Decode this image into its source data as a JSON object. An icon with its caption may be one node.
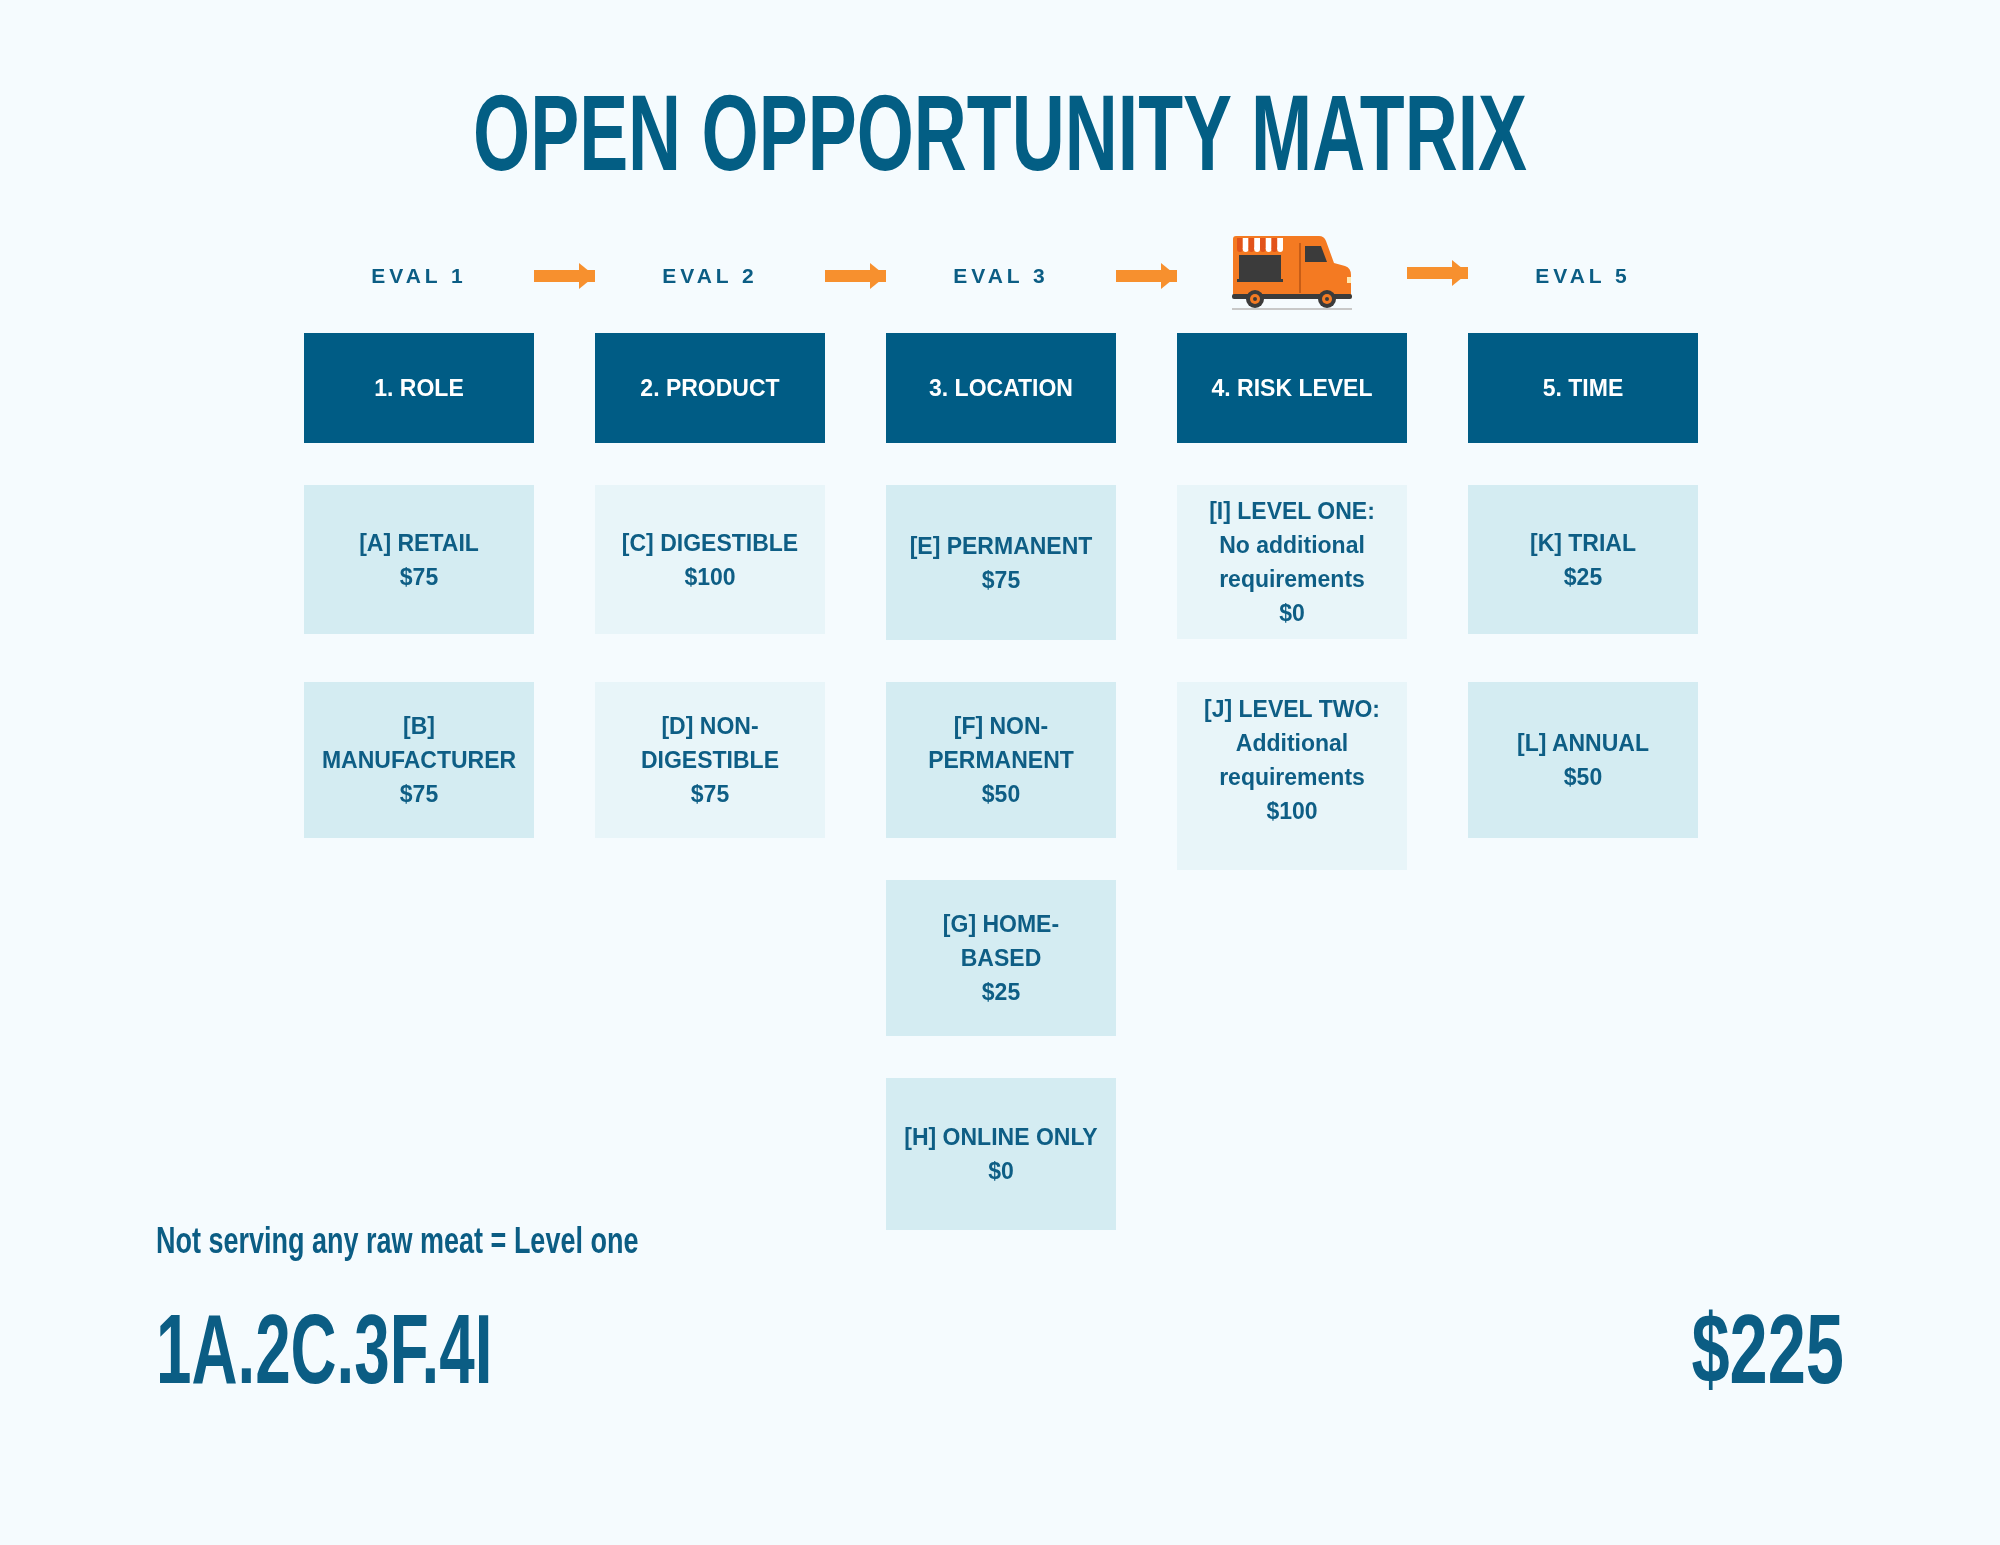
{
  "diagram": {
    "title": "OPEN OPPORTUNITY MATRIX",
    "nodes": [
      {
        "text": [
          "EVAL 1"
        ]
      },
      {
        "text": [
          "EVAL 2"
        ]
      },
      {
        "text": [
          "EVAL 3"
        ]
      },
      {
        "text": [],
        "shape": "picture"
      },
      {
        "text": [
          "EVAL 5"
        ]
      },
      {
        "text": [
          "1. ROLE"
        ]
      },
      {
        "text": [
          "2. PRODUCT"
        ]
      },
      {
        "text": [
          "3. LOCATION"
        ]
      },
      {
        "text": [
          "4. RISK LEVEL"
        ]
      },
      {
        "text": [
          "5. TIME"
        ]
      },
      {
        "text": [
          "[A] RETAIL",
          "$75"
        ]
      },
      {
        "text": [
          "[C] DIGESTIBLE",
          "$100"
        ]
      },
      {
        "text": [
          "[E] PERMANENT",
          "$75"
        ]
      },
      {
        "text": [
          "[I] LEVEL ONE:",
          "No additional requirements",
          "$0"
        ]
      },
      {
        "text": [
          "[K] TRIAL",
          "$25"
        ]
      },
      {
        "text": [
          "[B] MANUFACTURER",
          "$75"
        ]
      },
      {
        "text": [
          "[D] NON-DIGESTIBLE",
          "$75"
        ]
      },
      {
        "text": [
          "[F] NON-PERMANENT",
          "$50"
        ]
      },
      {
        "text": [
          "[J] LEVEL TWO:",
          "Additional requirements",
          "$100"
        ]
      },
      {
        "text": [
          "[L] ANNUAL",
          "$50"
        ]
      },
      {
        "text": [
          "[G] HOME-BASED",
          "$25"
        ]
      },
      {
        "text": [
          "[H] ONLINE ONLY",
          "$0"
        ]
      }
    ],
    "edges": [
      {
        "from": 0,
        "to": 1,
        "arrow": "to"
      },
      {
        "from": 1,
        "to": 2,
        "arrow": "to"
      },
      {
        "from": 2,
        "to": 3,
        "arrow": "to"
      },
      {
        "from": 3,
        "to": 4,
        "arrow": "to"
      }
    ],
    "labels": [
      "Not serving any raw meat = Level one",
      "1A.2C.3F.4I",
      "$225"
    ]
  }
}
